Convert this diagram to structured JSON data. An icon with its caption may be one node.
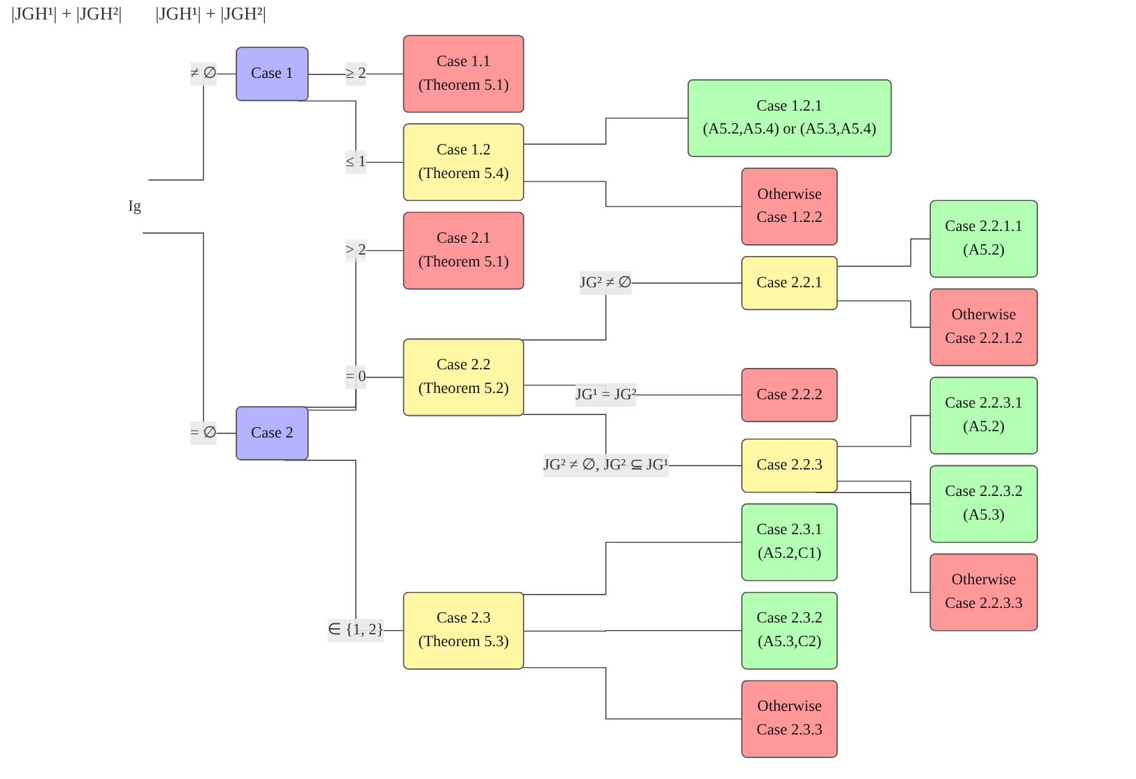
{
  "diagram": {
    "nodes": [
      {
        "text": [
          "Ig"
        ]
      },
      {
        "text": [
          "Case 1"
        ]
      },
      {
        "text": [
          "Case 2"
        ]
      },
      {
        "text": [
          "Case 1.1",
          "(Theorem 5.1)"
        ]
      },
      {
        "text": [
          "Case 1.2",
          "(Theorem 5.4)"
        ]
      },
      {
        "text": [
          "Case 1.2.1",
          "(A5.2,A5.4) or (A5.3,A5.4)"
        ]
      },
      {
        "text": [
          "Otherwise",
          "Case 1.2.2"
        ]
      },
      {
        "text": [
          "Case 2.1",
          "(Theorem 5.1)"
        ]
      },
      {
        "text": [
          "Case 2.2",
          "(Theorem 5.2)"
        ]
      },
      {
        "text": [
          "Case 2.3",
          "(Theorem 5.3)"
        ]
      },
      {
        "text": [
          "Case 2.2.1"
        ]
      },
      {
        "text": [
          "Case 2.2.2"
        ]
      },
      {
        "text": [
          "Case 2.2.3"
        ]
      },
      {
        "text": [
          "Case 2.2.1.1",
          "(A5.2)"
        ]
      },
      {
        "text": [
          "Otherwise",
          "Case 2.2.1.2"
        ]
      },
      {
        "text": [
          "Case 2.2.3.1",
          "(A5.2)"
        ]
      },
      {
        "text": [
          "Case 2.2.3.2",
          "(A5.3)"
        ]
      },
      {
        "text": [
          "Otherwise",
          "Case 2.2.3.3"
        ]
      },
      {
        "text": [
          "Case 2.3.1",
          "(A5.2,C1)"
        ]
      },
      {
        "text": [
          "Case 2.3.2",
          "(A5.3,C2)"
        ]
      },
      {
        "text": [
          "Otherwise",
          "Case 2.3.3"
        ]
      }
    ],
    "edges": [
      {
        "from": 0,
        "to": 1,
        "arrow": "none",
        "label": "≠ ∅"
      },
      {
        "from": 0,
        "to": 2,
        "arrow": "none",
        "label": "= ∅"
      },
      {
        "from": 1,
        "to": 3,
        "arrow": "none",
        "label": "≥ 2"
      },
      {
        "from": 1,
        "to": 4,
        "arrow": "none",
        "label": "≤ 1"
      },
      {
        "from": 4,
        "to": 5,
        "arrow": "none"
      },
      {
        "from": 4,
        "to": 6,
        "arrow": "none"
      },
      {
        "from": 2,
        "to": 7,
        "arrow": "none",
        "label": "> 2"
      },
      {
        "from": 2,
        "to": 8,
        "arrow": "none",
        "label": "= 0"
      },
      {
        "from": 2,
        "to": 9,
        "arrow": "none",
        "label": "∈ {1, 2}"
      },
      {
        "from": 8,
        "to": 10,
        "arrow": "none",
        "label": "JG² ≠ ∅"
      },
      {
        "from": 8,
        "to": 11,
        "arrow": "none",
        "label": "JG¹ = JG²"
      },
      {
        "from": 8,
        "to": 12,
        "arrow": "none",
        "label": "JG² ≠ ∅, JG² ⊆ JG¹"
      },
      {
        "from": 10,
        "to": 13,
        "arrow": "none"
      },
      {
        "from": 10,
        "to": 14,
        "arrow": "none"
      },
      {
        "from": 12,
        "to": 15,
        "arrow": "none"
      },
      {
        "from": 12,
        "to": 16,
        "arrow": "none"
      },
      {
        "from": 12,
        "to": 17,
        "arrow": "none"
      },
      {
        "from": 9,
        "to": 18,
        "arrow": "none"
      },
      {
        "from": 9,
        "to": 19,
        "arrow": "none"
      },
      {
        "from": 9,
        "to": 20,
        "arrow": "none"
      }
    ],
    "labels": [
      "|JGH¹| + |JGH²|",
      "|JGH¹| + |JGH²|"
    ]
  }
}
